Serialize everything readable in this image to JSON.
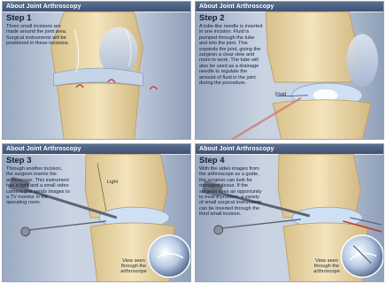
{
  "panels": [
    {
      "header": "About Joint Arthroscopy",
      "step": "Step 1",
      "body": "Three small incisions are made around the joint area. Surgical instruments will be positioned in these incisions."
    },
    {
      "header": "About Joint Arthroscopy",
      "step": "Step 2",
      "body": "A tube-like needle is inserted in one incision. Fluid is pumped through the tube and into the joint. This expands the joint, giving the surgeon a clear view and room to work. The tube will also be used as a drainage needle to regulate the amount of fluid in the joint during the procedure.",
      "label": "Fluid"
    },
    {
      "header": "About Joint Arthroscopy",
      "step": "Step 3",
      "body": "Through another incision, the surgeon inserts the arthroscope. This instrument has a light and a small video camera that sends images to a TV monitor in the operating room.",
      "label": "Light",
      "inset": "View seen through the arthroscope"
    },
    {
      "header": "About Joint Arthroscopy",
      "step": "Step 4",
      "body": "With the video images from the arthroscope as a guide, the surgeon can look for damaged tissue. If the surgeon sees an opportunity to treat a problem, a variety of small surgical instruments can be inserted through the third small incision.",
      "inset": "View seen through the arthroscope"
    }
  ],
  "colors": {
    "background": "#b8c4d6",
    "header": "#4a5d80",
    "bone": "#ead8a8",
    "cartilage": "#c6d4e8",
    "skin_shadow": "#8fa0b8",
    "incision": "#c0392b"
  }
}
